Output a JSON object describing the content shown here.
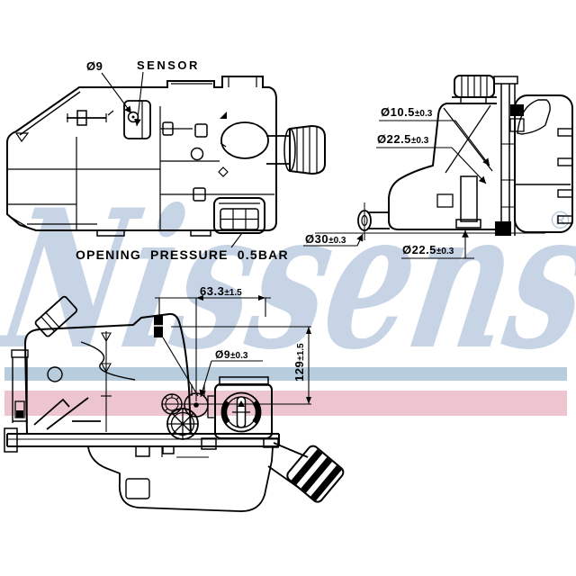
{
  "watermark": {
    "brand": "Nissens",
    "registered": "®",
    "color": "#c6d4e6"
  },
  "stripes": {
    "blue": "#b7cdde",
    "pink": "#edc5cf"
  },
  "line_color": "#000000",
  "views": {
    "side_view": {
      "name": "expansion-tank-side-view",
      "labels": {
        "hole_dia": {
          "main": "Ø9"
        },
        "sensor": {
          "main": "SENSOR"
        },
        "opening_pressure": {
          "main": "OPENING PRESSURE 0.5BAR"
        }
      }
    },
    "end_view": {
      "name": "expansion-tank-end-view",
      "labels": {
        "dia_10_5": {
          "main": "Ø10.5",
          "tol": "±0.3"
        },
        "dia_22_5_top": {
          "main": "Ø22.5",
          "tol": "±0.3"
        },
        "dia_30": {
          "main": "Ø30",
          "tol": "±0.3"
        },
        "dia_22_5_bottom": {
          "main": "Ø22.5",
          "tol": "±0.3"
        }
      }
    },
    "top_view": {
      "name": "expansion-tank-top-view",
      "labels": {
        "dist_63_3": {
          "main": "63.3",
          "tol": "±1.5"
        },
        "dia_9": {
          "main": "Ø9",
          "tol": "±0.3"
        },
        "dist_129": {
          "main": "129",
          "tol": "±1.5"
        }
      }
    }
  }
}
